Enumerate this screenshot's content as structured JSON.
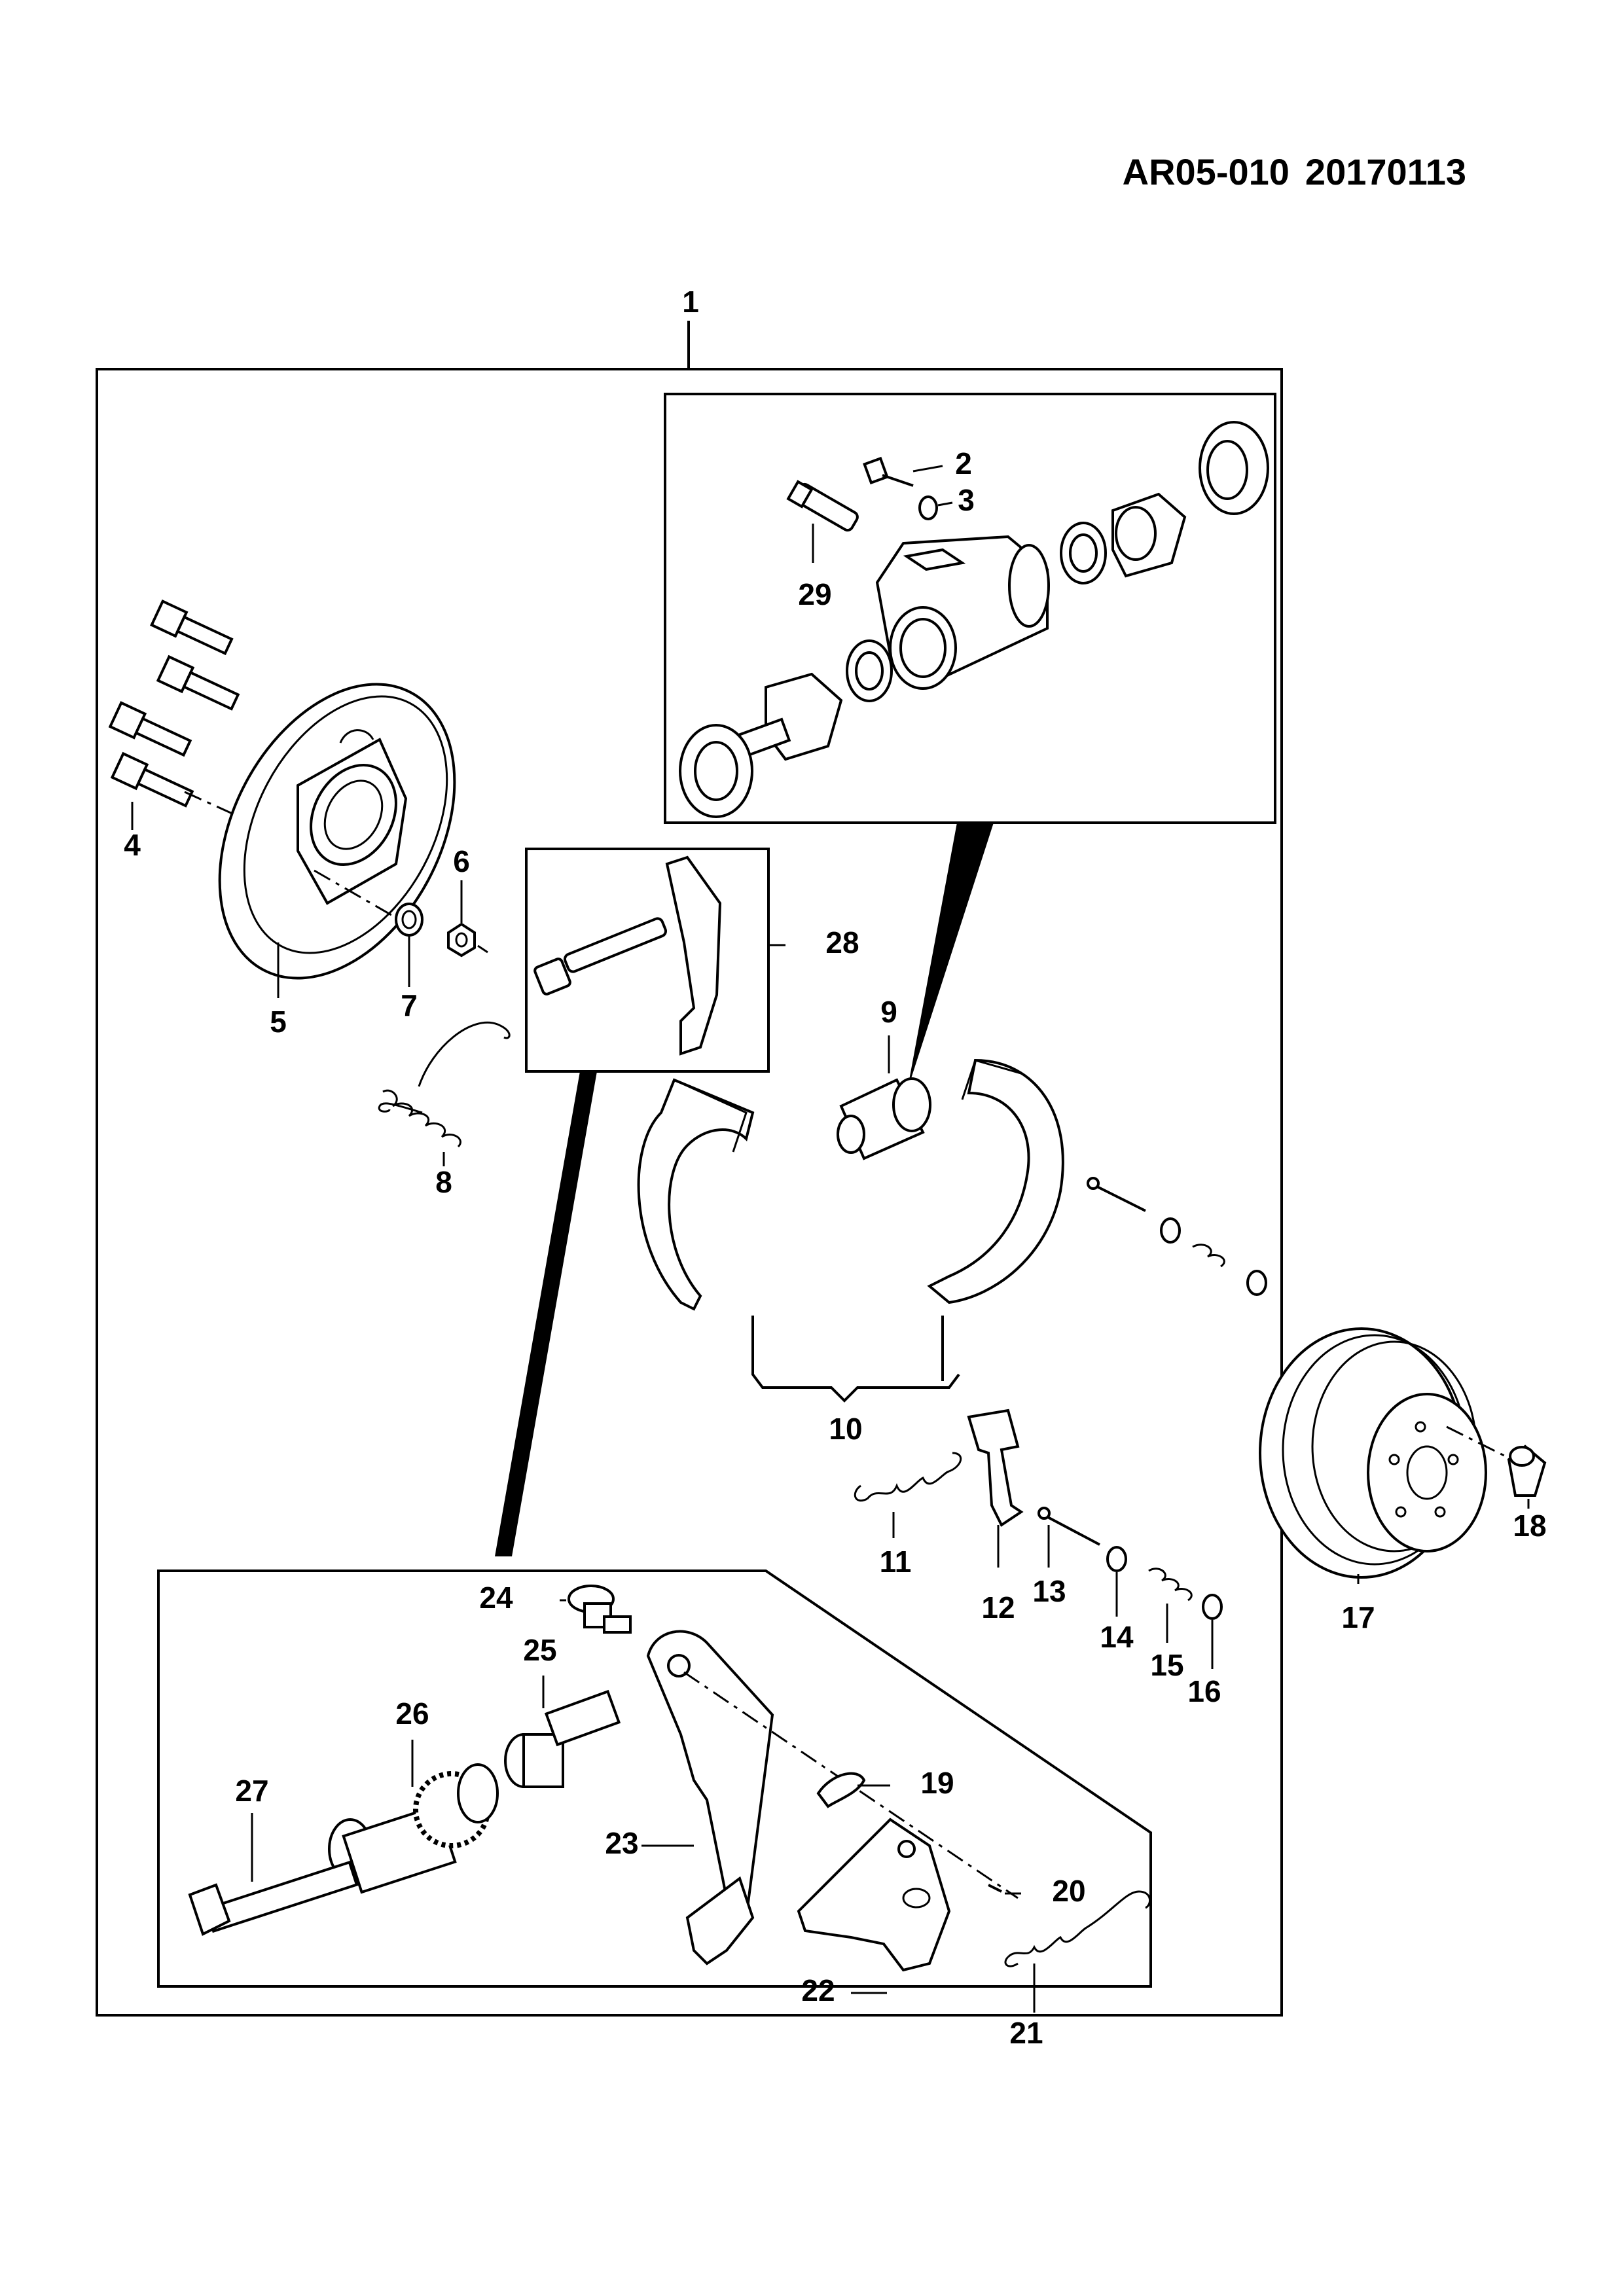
{
  "header": {
    "diagram_code": "AR05-010",
    "date": "20170113"
  },
  "callouts": [
    "1",
    "2",
    "3",
    "4",
    "5",
    "6",
    "7",
    "8",
    "9",
    "10",
    "11",
    "12",
    "13",
    "14",
    "15",
    "16",
    "17",
    "18",
    "19",
    "20",
    "21",
    "22",
    "23",
    "24",
    "25",
    "26",
    "27",
    "28",
    "29"
  ]
}
